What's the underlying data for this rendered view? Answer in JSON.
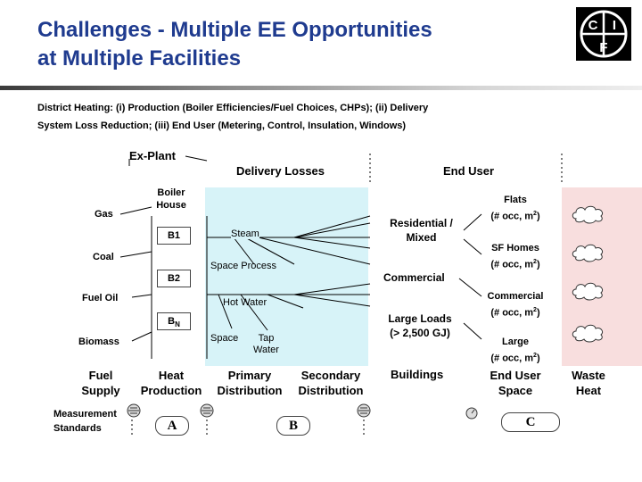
{
  "title": {
    "line1": "Challenges - Multiple EE Opportunities",
    "line2": "at Multiple Facilities"
  },
  "subtitle": {
    "line1": "District Heating: (i) Production (Boiler Efficiencies/Fuel Choices, CHPs); (ii) Delivery",
    "line2": "System Loss Reduction; (iii) End User (Metering, Control, Insulation, Windows)"
  },
  "logo": {
    "letters": [
      "C",
      "I",
      "F"
    ]
  },
  "headers": {
    "ex_plant": "Ex-Plant",
    "delivery_losses": "Delivery Losses",
    "end_user": "End User"
  },
  "fuels": [
    "Gas",
    "Coal",
    "Fuel Oil",
    "Biomass"
  ],
  "boiler_house": {
    "line1": "Boiler",
    "line2": "House"
  },
  "boilers": {
    "b1": "B1",
    "b2": "B2",
    "bn": "B",
    "bn_sub": "N"
  },
  "flows": {
    "steam": "Steam",
    "space_process": "Space Process",
    "hot_water": "Hot Water",
    "space": "Space",
    "tap_water": {
      "line1": "Tap",
      "line2": "Water"
    }
  },
  "consumers": {
    "residential": {
      "line1": "Residential /",
      "line2": "Mixed"
    },
    "commercial": "Commercial",
    "large_loads": {
      "line1": "Large Loads",
      "line2": "(> 2,500 GJ)"
    }
  },
  "end_use": {
    "flats": {
      "line1": "Flats",
      "line2": "(# occ, m",
      "sup": "2",
      "end": ")"
    },
    "sf_homes": {
      "line1": "SF Homes",
      "line2": "(# occ, m",
      "sup": "2",
      "end": ")"
    },
    "commercial": {
      "line1": "Commercial",
      "line2": "(# occ, m",
      "sup": "2",
      "end": ")"
    },
    "large": {
      "line1": "Large",
      "line2": "(# occ, m",
      "sup": "2",
      "end": ")"
    }
  },
  "stages": {
    "fuel_supply": {
      "line1": "Fuel",
      "line2": "Supply"
    },
    "heat_production": {
      "line1": "Heat",
      "line2": "Production"
    },
    "primary_distribution": {
      "line1": "Primary",
      "line2": "Distribution"
    },
    "secondary_distribution": {
      "line1": "Secondary",
      "line2": "Distribution"
    },
    "buildings": "Buildings",
    "end_user_space": {
      "line1": "End User",
      "line2": "Space"
    },
    "waste_heat": {
      "line1": "Waste",
      "line2": "Heat"
    }
  },
  "measurement": {
    "line1": "Measurement",
    "line2": "Standards"
  },
  "points": {
    "a": "A",
    "b": "B",
    "c": "C"
  },
  "colors": {
    "title": "#1f3b8f",
    "delivery_zone": "#d7f3f8",
    "waste_zone": "#f8dede",
    "line": "#000000"
  }
}
